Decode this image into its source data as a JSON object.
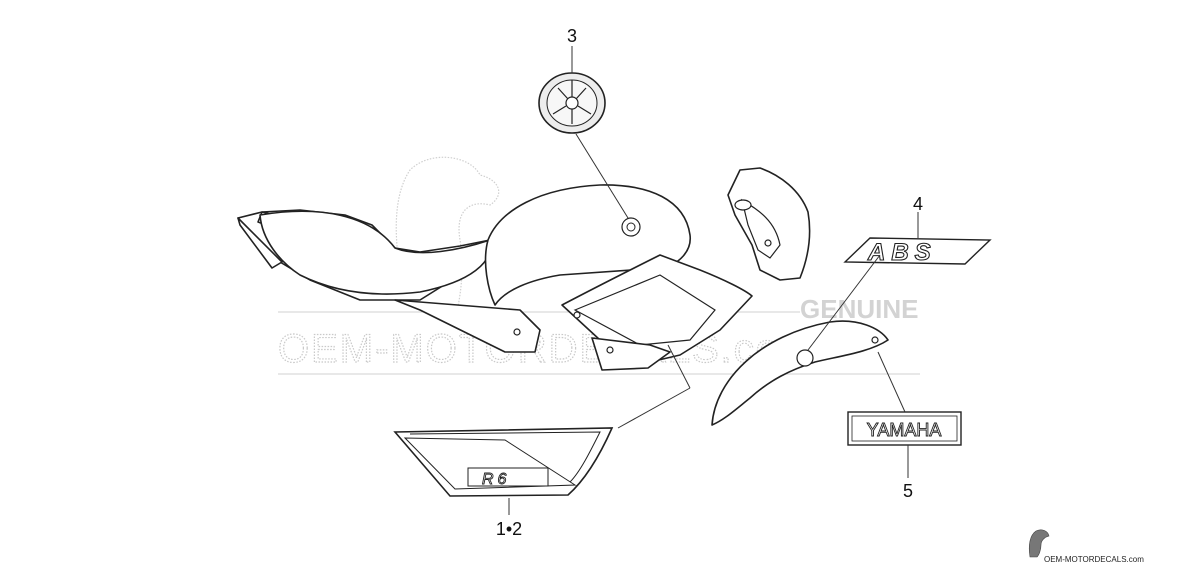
{
  "watermark": {
    "brand_line1": "GENUINE",
    "brand_line2": "OEM-MOTORDECALS.com"
  },
  "callouts": [
    {
      "id": "3",
      "label": "3",
      "part": "tank-yamaha-emblem"
    },
    {
      "id": "4",
      "label": "4",
      "part": "abs-decal"
    },
    {
      "id": "5",
      "label": "5",
      "part": "yamaha-decal"
    },
    {
      "id": "12",
      "label": "1•2",
      "part": "side-cowl-r6-graphic"
    }
  ],
  "decals": {
    "abs_text": "ABS",
    "yamaha_text": "YAMAHA",
    "model_text": "R6"
  },
  "footer": {
    "site": "OEM-MOTORDECALS.com"
  },
  "colors": {
    "line": "#222222",
    "watermark": "#c9c9c9"
  }
}
